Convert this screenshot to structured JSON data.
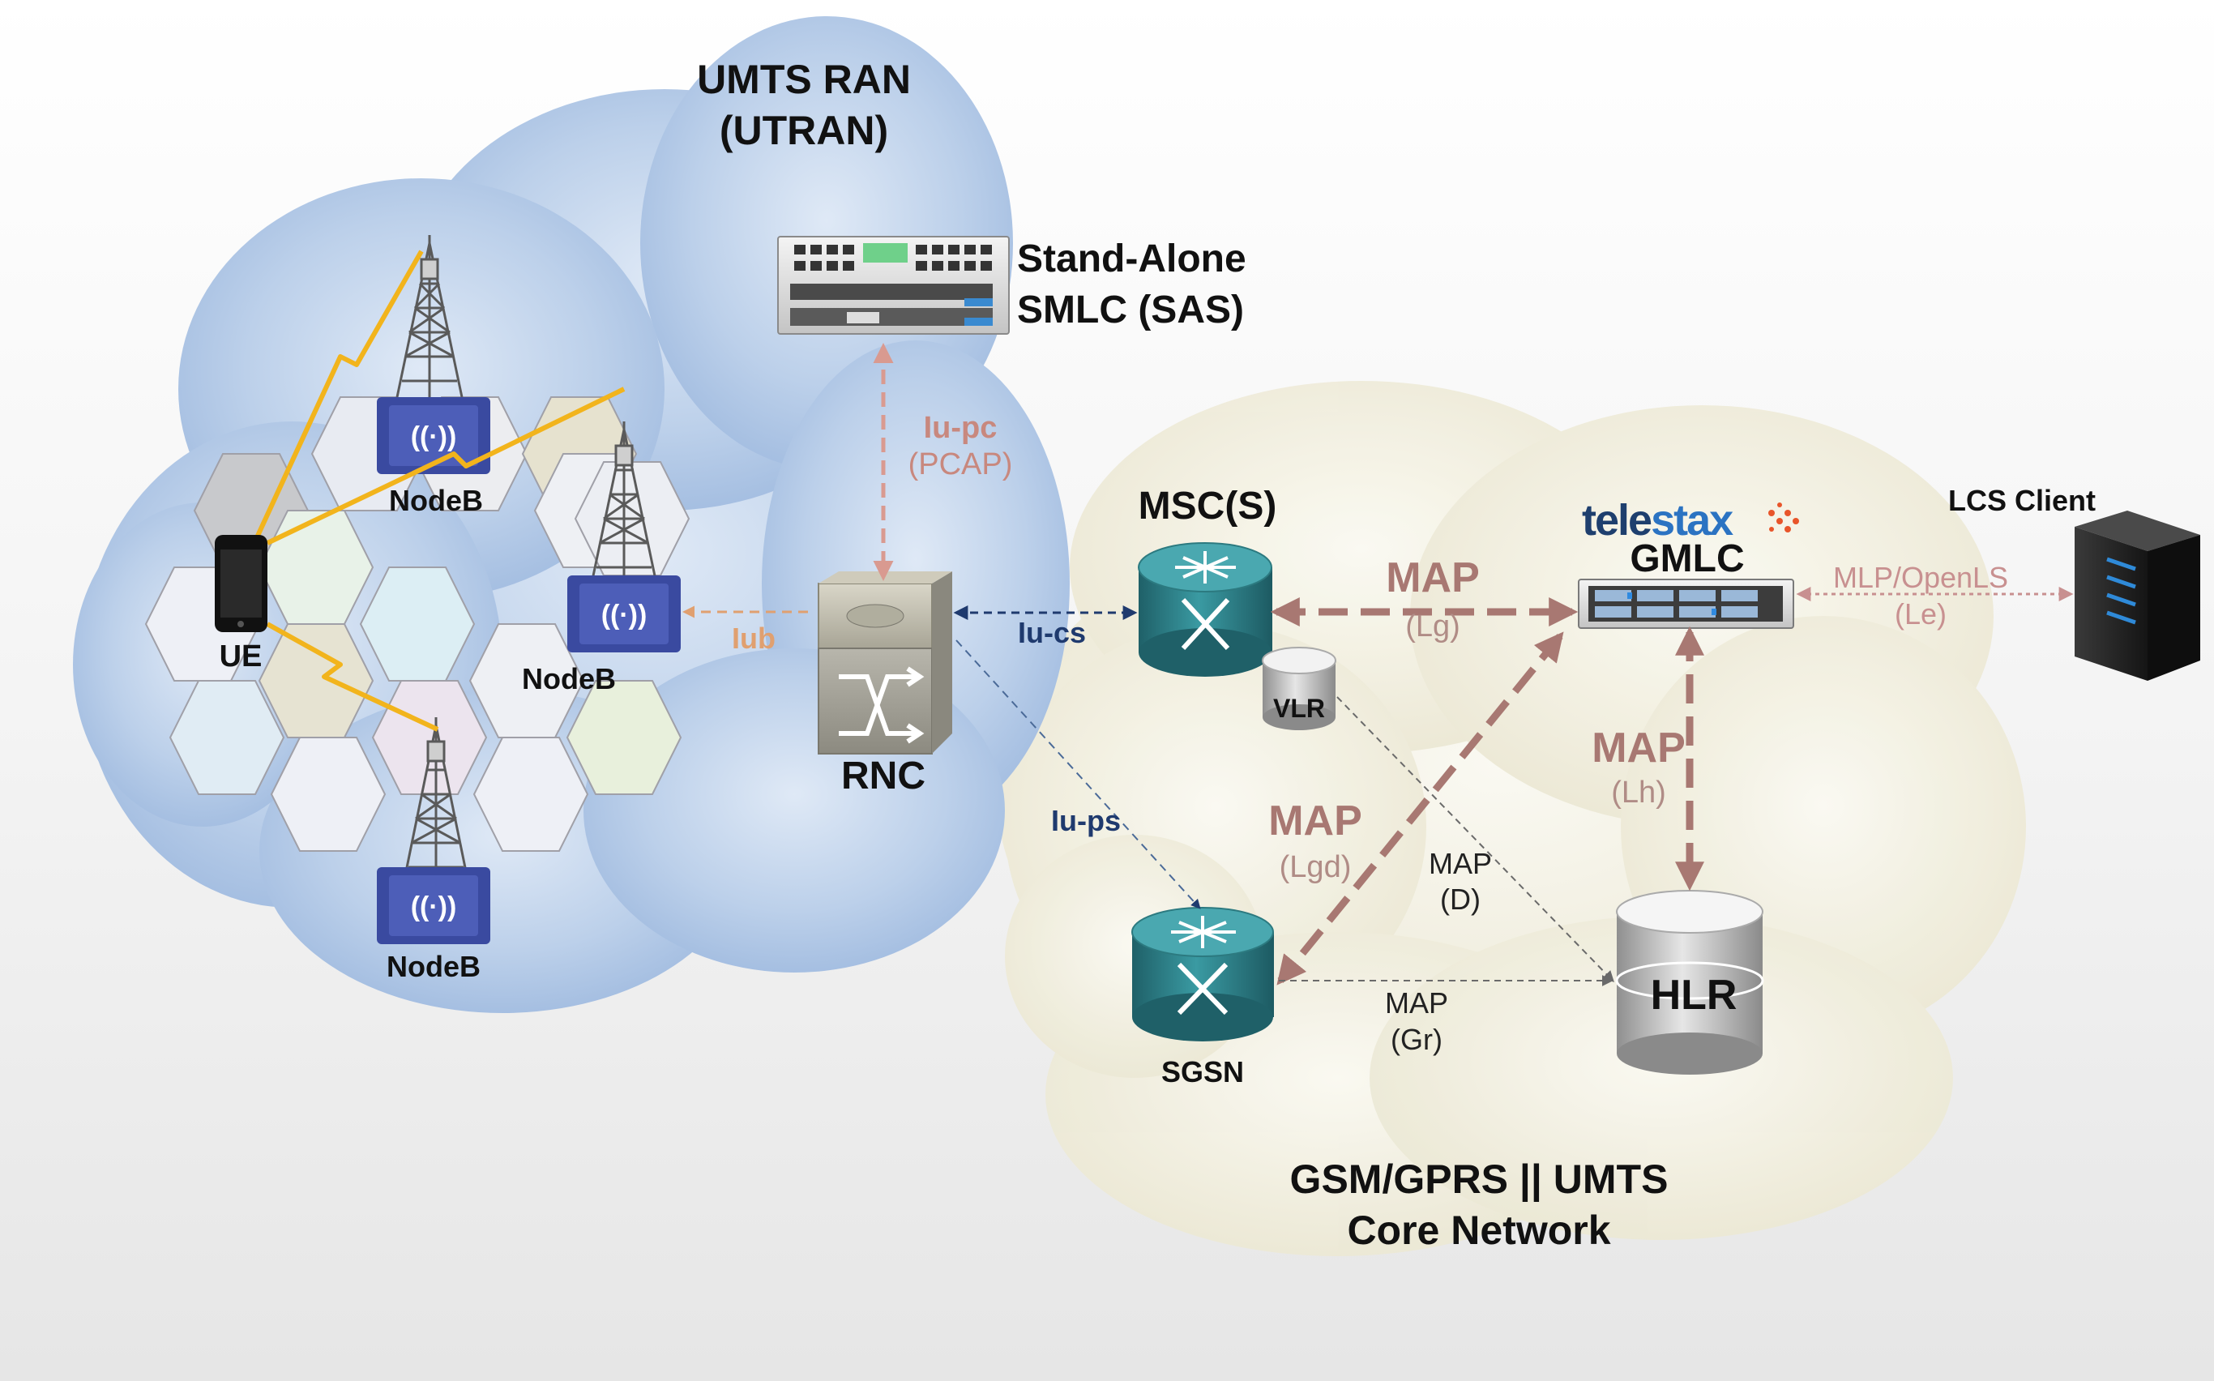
{
  "titles": {
    "ran_line1": "UMTS RAN",
    "ran_line2": "(UTRAN)",
    "core_line1": "GSM/GPRS || UMTS",
    "core_line2": "Core Network"
  },
  "nodes": {
    "sas_line1": "Stand-Alone",
    "sas_line2": "SMLC (SAS)",
    "rnc": "RNC",
    "msc": "MSC(S)",
    "vlr": "VLR",
    "sgsn": "SGSN",
    "hlr": "HLR",
    "gmlc": "GMLC",
    "telestax_a": "tele",
    "telestax_b": "stax",
    "lcs_client": "LCS Client",
    "ue": "UE",
    "nodeb_top": "NodeB",
    "nodeb_right": "NodeB",
    "nodeb_bottom": "NodeB"
  },
  "interfaces": {
    "iupc_name": "Iu-pc",
    "iupc_proto": "(PCAP)",
    "iub": "Iub",
    "iucs": "Iu-cs",
    "iups": "Iu-ps",
    "lg_map": "MAP",
    "lg_name": "(Lg)",
    "le_proto": "MLP/OpenLS",
    "le_name": "(Le)",
    "lh_map": "MAP",
    "lh_name": "(Lh)",
    "lgd_map": "MAP",
    "lgd_name": "(Lgd)",
    "d_map": "MAP",
    "d_name": "(D)",
    "gr_map": "MAP",
    "gr_name": "(Gr)"
  },
  "colors": {
    "map_link": "#a87872",
    "iupc_link": "#d99a90",
    "iub_link": "#e0a070",
    "iu_link": "#1f3a6e",
    "le_link": "#c89090",
    "ran_cloud": "#a9c4e4",
    "core_cloud": "#f2efe0",
    "router": "#2f7f86",
    "hex_border": "#a0a0a8",
    "tower": "#5a5a5a",
    "nodeb_box": "#3a4aa0",
    "lightning": "#f2b41c"
  }
}
